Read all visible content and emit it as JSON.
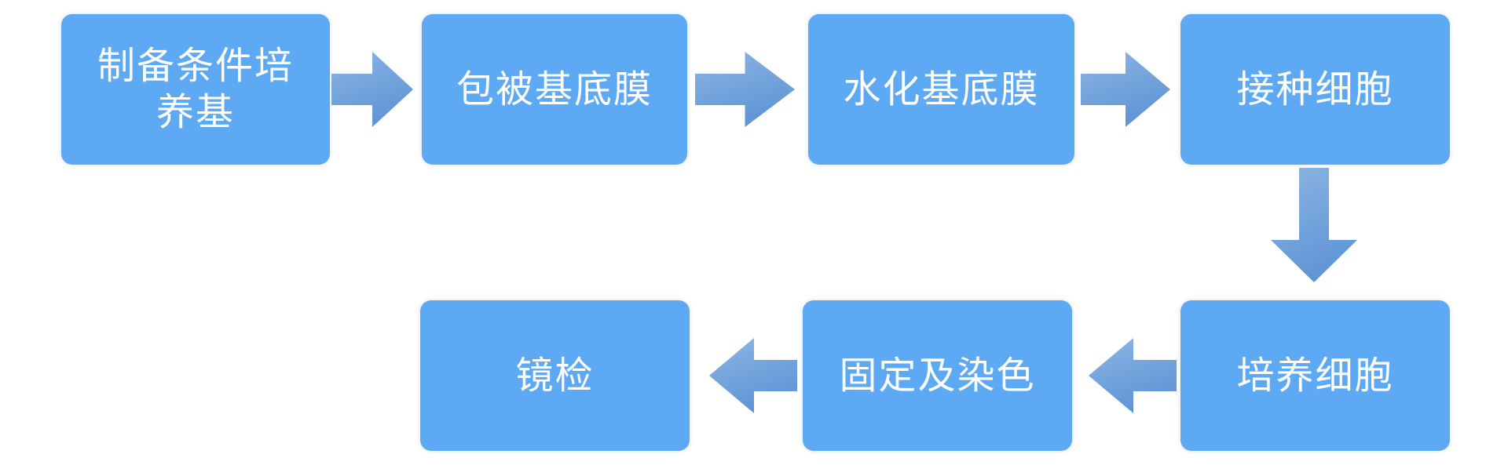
{
  "diagram": {
    "type": "flowchart",
    "colors": {
      "background": "#ffffff",
      "box_fill": "#5EA9F3",
      "box_text": "#ffffff",
      "arrow_start": "#8DB6E3",
      "arrow_end": "#6095D6"
    },
    "steps": [
      {
        "label": "制备条件培养基"
      },
      {
        "label": "包被基底膜"
      },
      {
        "label": "水化基底膜"
      },
      {
        "label": "接种细胞"
      },
      {
        "label": "培养细胞"
      },
      {
        "label": "固定及染色"
      },
      {
        "label": "镜检"
      }
    ],
    "connections": [
      {
        "from": "制备条件培养基",
        "to": "包被基底膜",
        "direction": "right"
      },
      {
        "from": "包被基底膜",
        "to": "水化基底膜",
        "direction": "right"
      },
      {
        "from": "水化基底膜",
        "to": "接种细胞",
        "direction": "right"
      },
      {
        "from": "接种细胞",
        "to": "培养细胞",
        "direction": "down"
      },
      {
        "from": "培养细胞",
        "to": "固定及染色",
        "direction": "left"
      },
      {
        "from": "固定及染色",
        "to": "镜检",
        "direction": "left"
      }
    ],
    "icons": {
      "arrow_right": "block-arrow-right (→)",
      "arrow_down": "block-arrow-down (↓)",
      "arrow_left": "block-arrow-left (←)"
    }
  }
}
